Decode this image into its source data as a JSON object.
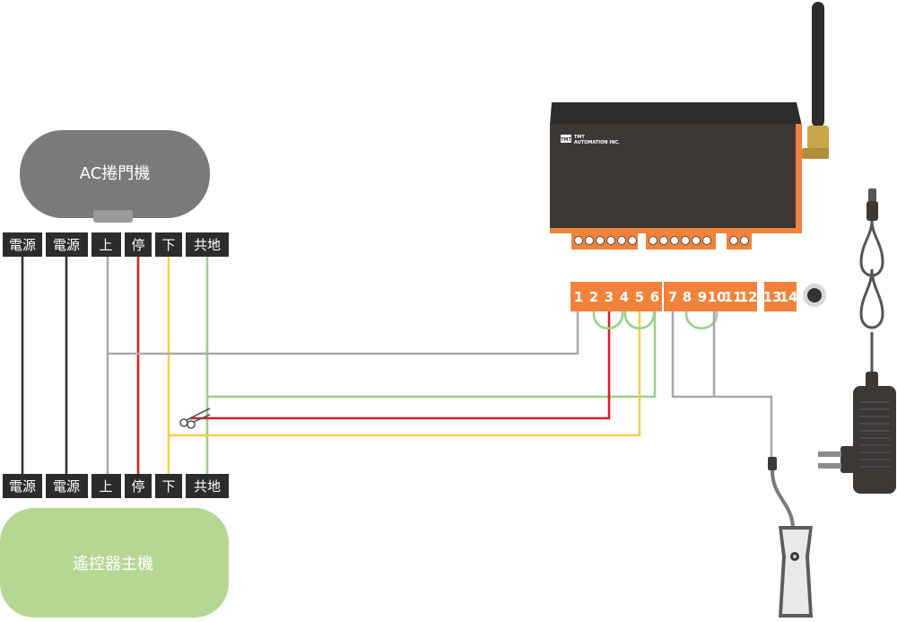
{
  "motor": {
    "title": "AC捲門機"
  },
  "remote": {
    "title": "遙控器主機"
  },
  "terminals_top": [
    "電源",
    "電源",
    "上",
    "停",
    "下",
    "共地"
  ],
  "terminals_bottom": [
    "電源",
    "電源",
    "上",
    "停",
    "下",
    "共地"
  ],
  "device": {
    "brand_logo": "TMT",
    "brand_line1": "TMT",
    "brand_line2": "AUTOMATION INC."
  },
  "pins_block_a": [
    "1",
    "2",
    "3",
    "4",
    "5",
    "6"
  ],
  "pins_block_b": [
    "7",
    "8",
    "9",
    "10",
    "11",
    "12"
  ],
  "pins_block_c": [
    "13",
    "14"
  ],
  "colors": {
    "gray_wire": "#aaaaaa",
    "red_wire": "#d42027",
    "yellow_wire": "#f2d04f",
    "green_wire": "#9ccf8a",
    "black_wire": "#333333",
    "orange_terminal": "#f0823c",
    "motor_fill": "#7a7a7a",
    "remote_fill": "#b6d793",
    "device_body": "#3b3836"
  },
  "icons": [
    "scissors-icon",
    "antenna-icon",
    "power-adapter-icon",
    "magnetic-sensor-icon",
    "round-button-icon"
  ]
}
